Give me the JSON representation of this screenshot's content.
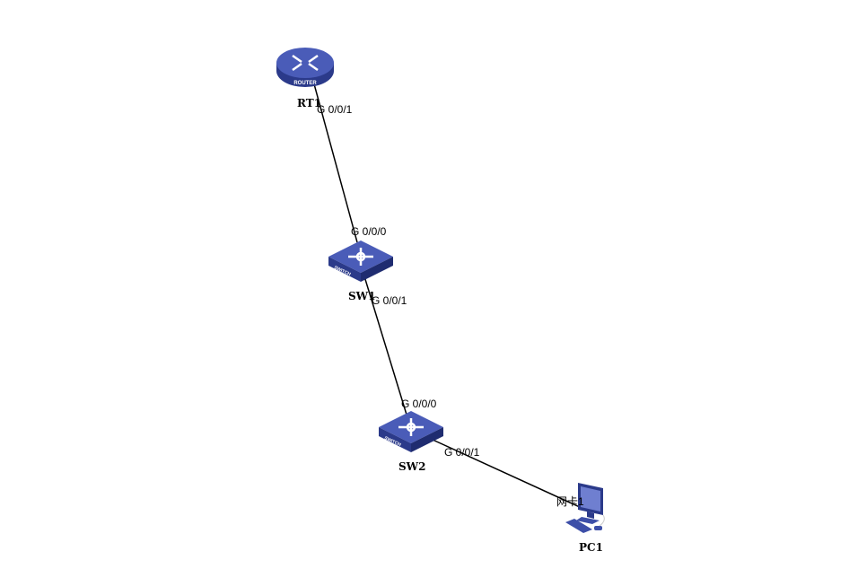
{
  "devices": {
    "rt1": {
      "name": "RT1",
      "icon_text": "ROUTER"
    },
    "sw1": {
      "name": "SW1",
      "icon_text": "SWITCH"
    },
    "sw2": {
      "name": "SW2",
      "icon_text": "SWITCH"
    },
    "pc1": {
      "name": "PC1"
    }
  },
  "ports": {
    "rt1_g001": "G 0/0/1",
    "sw1_g000": "G 0/0/0",
    "sw1_g001": "G 0/0/1",
    "sw2_g000": "G 0/0/0",
    "sw2_g001": "G 0/0/1",
    "pc1_nic": "网卡1"
  },
  "colors": {
    "device_blue": "#3d4fa8",
    "link": "#000000"
  }
}
